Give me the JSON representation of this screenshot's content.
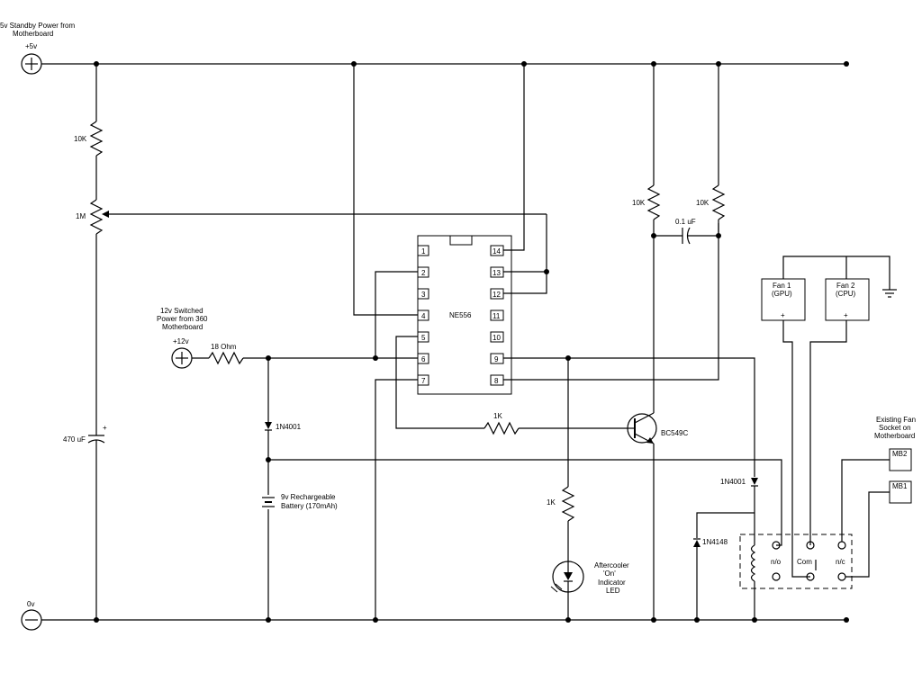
{
  "rails": {
    "standby_desc_1": "5v Standby Power from",
    "standby_desc_2": "Motherboard",
    "plus5": "+5v",
    "zero": "0v",
    "switched_desc_1": "12v Switched",
    "switched_desc_2": "Power from 360",
    "switched_desc_3": "Motherboard",
    "plus12": "+12v"
  },
  "components": {
    "r_10k_left": "10K",
    "pot_1m": "1M",
    "cap_470": "470 uF",
    "cap_470_pol": "+",
    "r_18": "18 Ohm",
    "diode_a": "1N4001",
    "battery_1": "9v Rechargeable",
    "battery_2": "Battery (170mAh)",
    "r_1k_base": "1K",
    "transistor": "BC549C",
    "r_1k_led": "1K",
    "led_1": "Aftercooler",
    "led_2": "'On'",
    "led_3": "Indicator",
    "led_4": "LED",
    "r_10k_a": "10K",
    "r_10k_b": "10K",
    "cap_01": "0.1 uF",
    "diode_b": "1N4001",
    "diode_c": "1N4148"
  },
  "ic": {
    "name": "NE556",
    "pins": [
      "1",
      "2",
      "3",
      "4",
      "5",
      "6",
      "7",
      "14",
      "13",
      "12",
      "11",
      "10",
      "9",
      "8"
    ]
  },
  "fans": {
    "fan1_1": "Fan 1",
    "fan1_2": "(GPU)",
    "fan2_1": "Fan 2",
    "fan2_2": "(CPU)",
    "plus": "+"
  },
  "relay": {
    "no_left": "n/o",
    "com": "Com",
    "nc": "n/c",
    "no_right": "n/c"
  },
  "socket": {
    "desc_1": "Existing Fan",
    "desc_2": "Socket on",
    "desc_3": "Motherboard",
    "mb2": "MB2",
    "mb1": "MB1"
  }
}
